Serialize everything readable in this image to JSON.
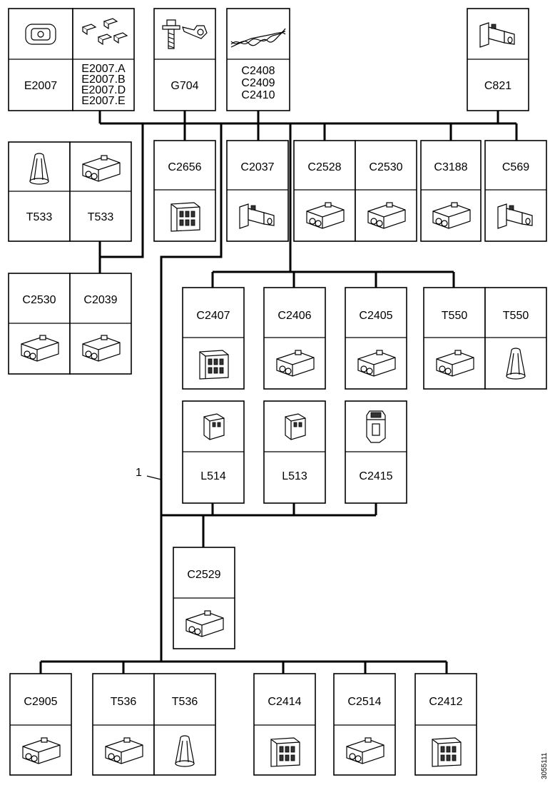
{
  "harness_label": "1",
  "doc_id": "3055111",
  "boxes": {
    "E2007": {
      "label": "E2007",
      "icon": "flat-connector-icon"
    },
    "E2007-sub": {
      "labels": [
        "E2007.A",
        "E2007.B",
        "E2007.D",
        "E2007.E"
      ],
      "icon": "multi-clip-icon"
    },
    "G704": {
      "label": "G704",
      "icon": "ground-bolt-icon"
    },
    "C2408": {
      "labels": [
        "C2408",
        "C2409",
        "C2410"
      ],
      "icon": "twisted-wire-icon"
    },
    "C821": {
      "label": "C821",
      "icon": "inline-connector-icon"
    },
    "T533a": {
      "label": "T533",
      "icon": "terminal-cover-icon"
    },
    "T533b": {
      "label": "T533",
      "icon": "box-connector-icon"
    },
    "C2656": {
      "label": "C2656",
      "icon": "multi-pin-connector-icon"
    },
    "C2037": {
      "label": "C2037",
      "icon": "inline-connector-icon"
    },
    "C2528": {
      "label": "C2528",
      "icon": "box-connector-icon"
    },
    "C2530a": {
      "label": "C2530",
      "icon": "box-connector-icon"
    },
    "C3188": {
      "label": "C3188",
      "icon": "box-connector-icon"
    },
    "C569": {
      "label": "C569",
      "icon": "inline-connector-icon"
    },
    "C2530b": {
      "label": "C2530",
      "icon": "box-connector-icon"
    },
    "C2039": {
      "label": "C2039",
      "icon": "box-connector-icon"
    },
    "C2407": {
      "label": "C2407",
      "icon": "multi-pin-connector-icon"
    },
    "C2406": {
      "label": "C2406",
      "icon": "box-connector-icon"
    },
    "C2405": {
      "label": "C2405",
      "icon": "box-connector-icon"
    },
    "T550a": {
      "label": "T550",
      "icon": "box-connector-icon"
    },
    "T550b": {
      "label": "T550",
      "icon": "terminal-cover-icon"
    },
    "L514": {
      "label": "L514",
      "icon": "small-plug-icon"
    },
    "L513": {
      "label": "L513",
      "icon": "small-plug-icon"
    },
    "C2415": {
      "label": "C2415",
      "icon": "sensor-connector-icon"
    },
    "C2529": {
      "label": "C2529",
      "icon": "box-connector-icon"
    },
    "C2905": {
      "label": "C2905",
      "icon": "box-connector-icon"
    },
    "T536a": {
      "label": "T536",
      "icon": "box-connector-icon"
    },
    "T536b": {
      "label": "T536",
      "icon": "terminal-cover-icon"
    },
    "C2414": {
      "label": "C2414",
      "icon": "multi-pin-connector-icon"
    },
    "C2514": {
      "label": "C2514",
      "icon": "box-connector-icon"
    },
    "C2412": {
      "label": "C2412",
      "icon": "multi-pin-connector-icon"
    }
  }
}
